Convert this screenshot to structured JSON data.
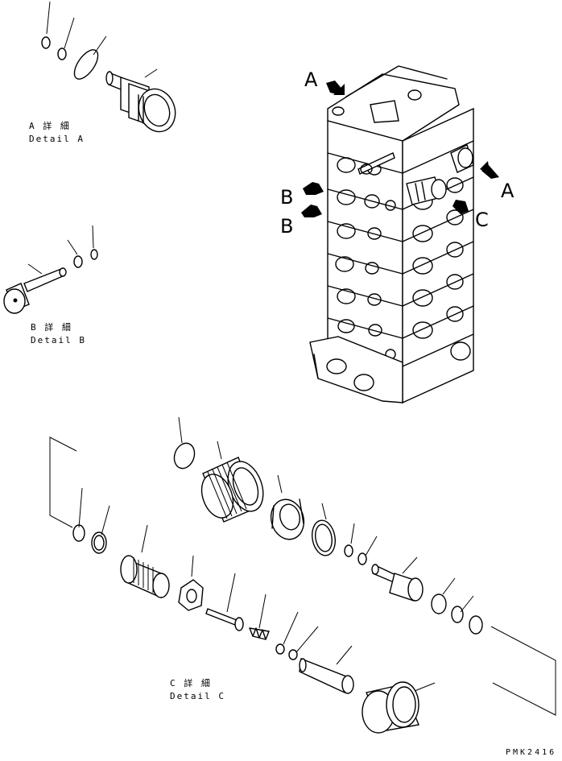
{
  "details": {
    "a": {
      "jp": "A 詳 細",
      "en": "Detail A"
    },
    "b": {
      "jp": "B 詳 細",
      "en": "Detail B"
    },
    "c": {
      "jp": "C 詳 細",
      "en": "Detail C"
    }
  },
  "arrows": {
    "a_left": "A",
    "a_right": "A",
    "b_upper": "B",
    "b_lower": "B",
    "c": "C"
  },
  "drawing_code": "PMK2416",
  "icons": [
    "control-valve-assembly",
    "plug",
    "o-ring",
    "backup-ring",
    "poppet",
    "spring",
    "sleeve",
    "nut",
    "valve-body"
  ]
}
